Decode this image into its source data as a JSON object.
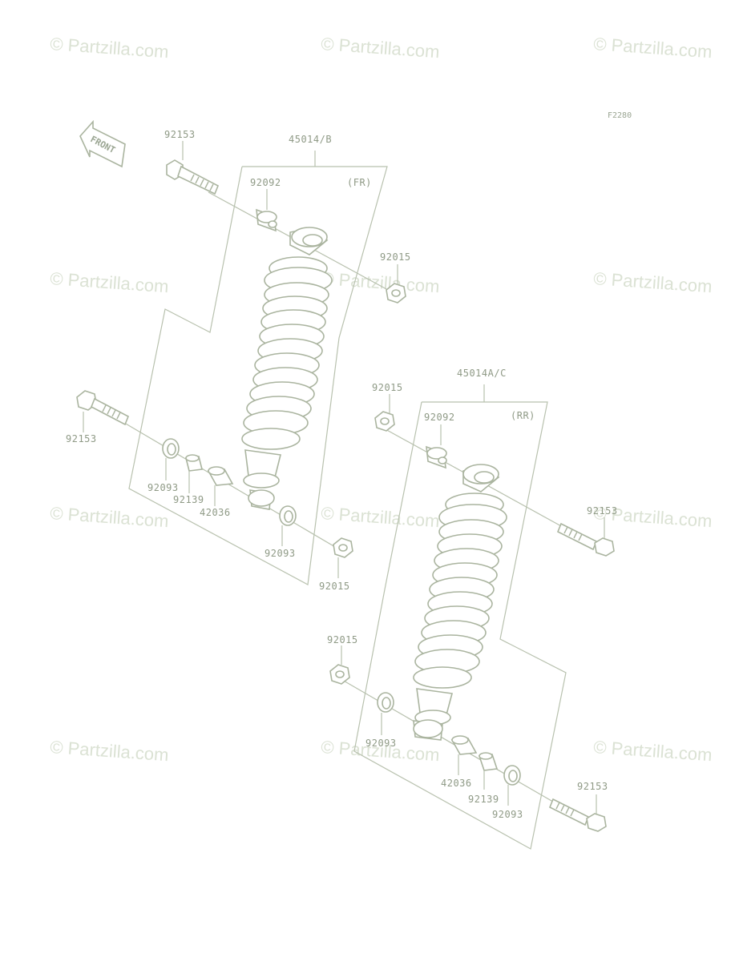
{
  "figure_id": "F2280",
  "front_label": "FRONT",
  "watermark": "© Partzilla.com",
  "assemblies": [
    {
      "part": "45014/B",
      "position": "(FR)"
    },
    {
      "part": "45014A/C",
      "position": "(RR)"
    }
  ],
  "callouts": {
    "a_bolt_top": "92153",
    "a_bushing": "92092",
    "a_nut_top": "92015",
    "a_bolt_bottom": "92153",
    "a_seal_left": "92093",
    "a_sleeve": "92139",
    "a_collar": "42036",
    "a_seal_right": "92093",
    "a_nut_bottom": "92015",
    "b_nut_top": "92015",
    "b_bushing": "92092",
    "b_bolt_top": "92153",
    "b_nut_bottom": "92015",
    "b_seal_left": "92093",
    "b_collar": "42036",
    "b_sleeve": "92139",
    "b_seal_right": "92093",
    "b_bolt_bottom": "92153"
  }
}
